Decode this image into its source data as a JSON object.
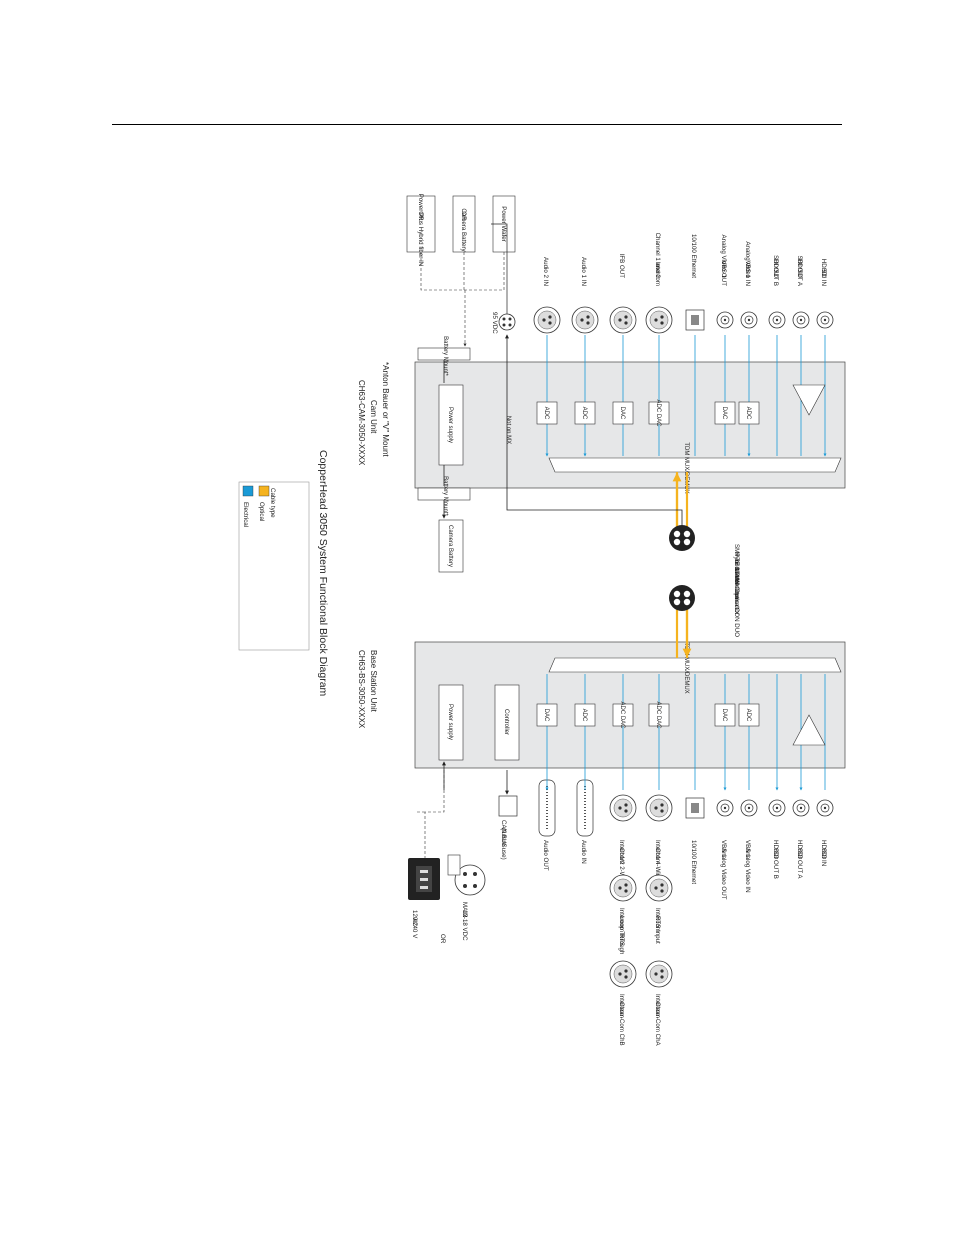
{
  "title": "CopperHead 3050 System Functional Block Diagram",
  "cam_unit": {
    "name": "Cam Unit",
    "model": "CH63-CAM-3050-XXXX",
    "mount_note": "*Anton Bauer or \"V\" Mount",
    "battery_mount_top": "Battery Mount*",
    "battery_mount_bottom": "Battery Mount*",
    "power_supply": "Power supply",
    "camera_battery": "Camera Battery",
    "not_on_mx": "Not on MX",
    "dc_label": "95 VDC",
    "mux": "TDM MUX/DEMUX",
    "power_sources": [
      {
        "label": "Power Wafer"
      },
      {
        "label": "OR",
        "sub": "Camera Battery"
      },
      {
        "label": "OR",
        "sub": "Power Plus Hybrid fiber IN"
      }
    ],
    "connectors": [
      {
        "label1": "Audio 2",
        "label2": "IN",
        "block": "ADC"
      },
      {
        "label1": "Audio 1",
        "label2": "IN",
        "block": "ADC"
      },
      {
        "label1": "IFB OUT",
        "label2": "",
        "block": "DAC"
      },
      {
        "label1": "Channel 1 and 2",
        "label2": "Intercom",
        "block": "ADC DAC"
      },
      {
        "label1": "10/100 Ethernet",
        "label2": "",
        "block": ""
      },
      {
        "label1": "VBS 1",
        "label2": "Analog Video OUT",
        "block": "DAC"
      },
      {
        "label1": "VBS 1",
        "label2": "Analog Video IN",
        "block": "ADC"
      },
      {
        "label1": "HD/SD",
        "label2": "SDI OUT B",
        "block": ""
      },
      {
        "label1": "HD/SD",
        "label2": "SDI OUT A",
        "block": ""
      },
      {
        "label1": "HD/SD",
        "label2": "SDI IN",
        "block": ""
      }
    ]
  },
  "hybrid_connector": {
    "line1": "SMPTE 304M",
    "line2": "Hybrid Connector",
    "line3": "or Neutrik OpticalCON DUO",
    "line4": "or MX Connector"
  },
  "base_unit": {
    "name": "Base Station Unit",
    "model": "CH63-BS-3050-XXXX",
    "power_supply": "Power supply",
    "controller": "Controller",
    "mux": "TDM MUX/DEMUX",
    "can_bus": "CAN BUS",
    "can_bus_note": "(future use)",
    "main_label": "MAIN",
    "main_voltage": "12-18 VDC",
    "or_label": "OR",
    "ac_label": "120/240 V",
    "ac_sub": "AC",
    "connectors": [
      {
        "label1": "Audio OUT",
        "label2": "",
        "block": "DAC"
      },
      {
        "label1": "Audio IN",
        "label2": "",
        "block": "ADC"
      },
      {
        "label1": "Intercom",
        "label2": "Ch1/2 2-Wire",
        "block": "ADC DAC"
      },
      {
        "label1": "Intercom",
        "label2": "Ch1 4-Wire",
        "block": "ADC DAC"
      },
      {
        "label1": "10/100 Ethernet",
        "label2": "",
        "block": ""
      },
      {
        "label1": "VBS 1",
        "label2": "Analog Video OUT",
        "block": "DAC"
      },
      {
        "label1": "VBS 1",
        "label2": "Analog Video IN",
        "block": "ADC"
      },
      {
        "label1": "HD/SD",
        "label2": "SDI OUT B",
        "block": ""
      },
      {
        "label1": "HD/SD",
        "label2": "SDI OUT A",
        "block": ""
      },
      {
        "label1": "HD/SD",
        "label2": "SDI IN",
        "block": ""
      }
    ],
    "extra_connectors": [
      {
        "label1": "Intercom RTS",
        "label2": "Loop Through"
      },
      {
        "label1": "Intercom",
        "label2": "RTS Input"
      },
      {
        "label1": "Intercom",
        "label2": "Clear-Com ChB"
      },
      {
        "label1": "Intercom",
        "label2": "Clear-Com ChA"
      }
    ]
  },
  "legend": {
    "title": "Cable type",
    "items": [
      {
        "label": "Optical",
        "color": "#f5b31f"
      },
      {
        "label": "Electrical",
        "color": "#1a9ad6"
      }
    ]
  },
  "colors": {
    "electrical": "#1a9ad6",
    "optical": "#f5b31f",
    "panel": "#e6e7e8"
  }
}
